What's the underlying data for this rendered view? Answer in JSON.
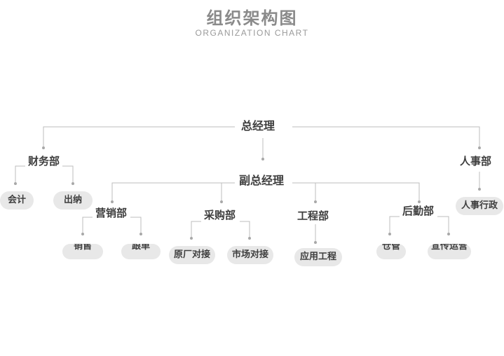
{
  "header": {
    "title": "组织架构图",
    "subtitle": "ORGANIZATION CHART"
  },
  "nodes": {
    "gm": "总经理",
    "deputy_gm": "副总经理",
    "finance": "财务部",
    "hr": "人事部",
    "marketing": "营销部",
    "purchasing": "采购部",
    "engineering": "工程部",
    "logistics": "后勤部"
  },
  "leaves": {
    "accounting": "会计",
    "cashier": "出纳",
    "hr_admin": "人事行政",
    "sales": "销售",
    "follow_up": "跟单",
    "factory_liaison": "原厂对接",
    "market_liaison": "市场对接",
    "application_engineering": "应用工程",
    "warehouse": "仓管",
    "promotion_ops": "宣传运营"
  },
  "colors": {
    "line": "#bdbdbd",
    "dot": "#a8a8a8",
    "pill_bg": "#e8e8e8",
    "title": "#8a8a8a"
  }
}
